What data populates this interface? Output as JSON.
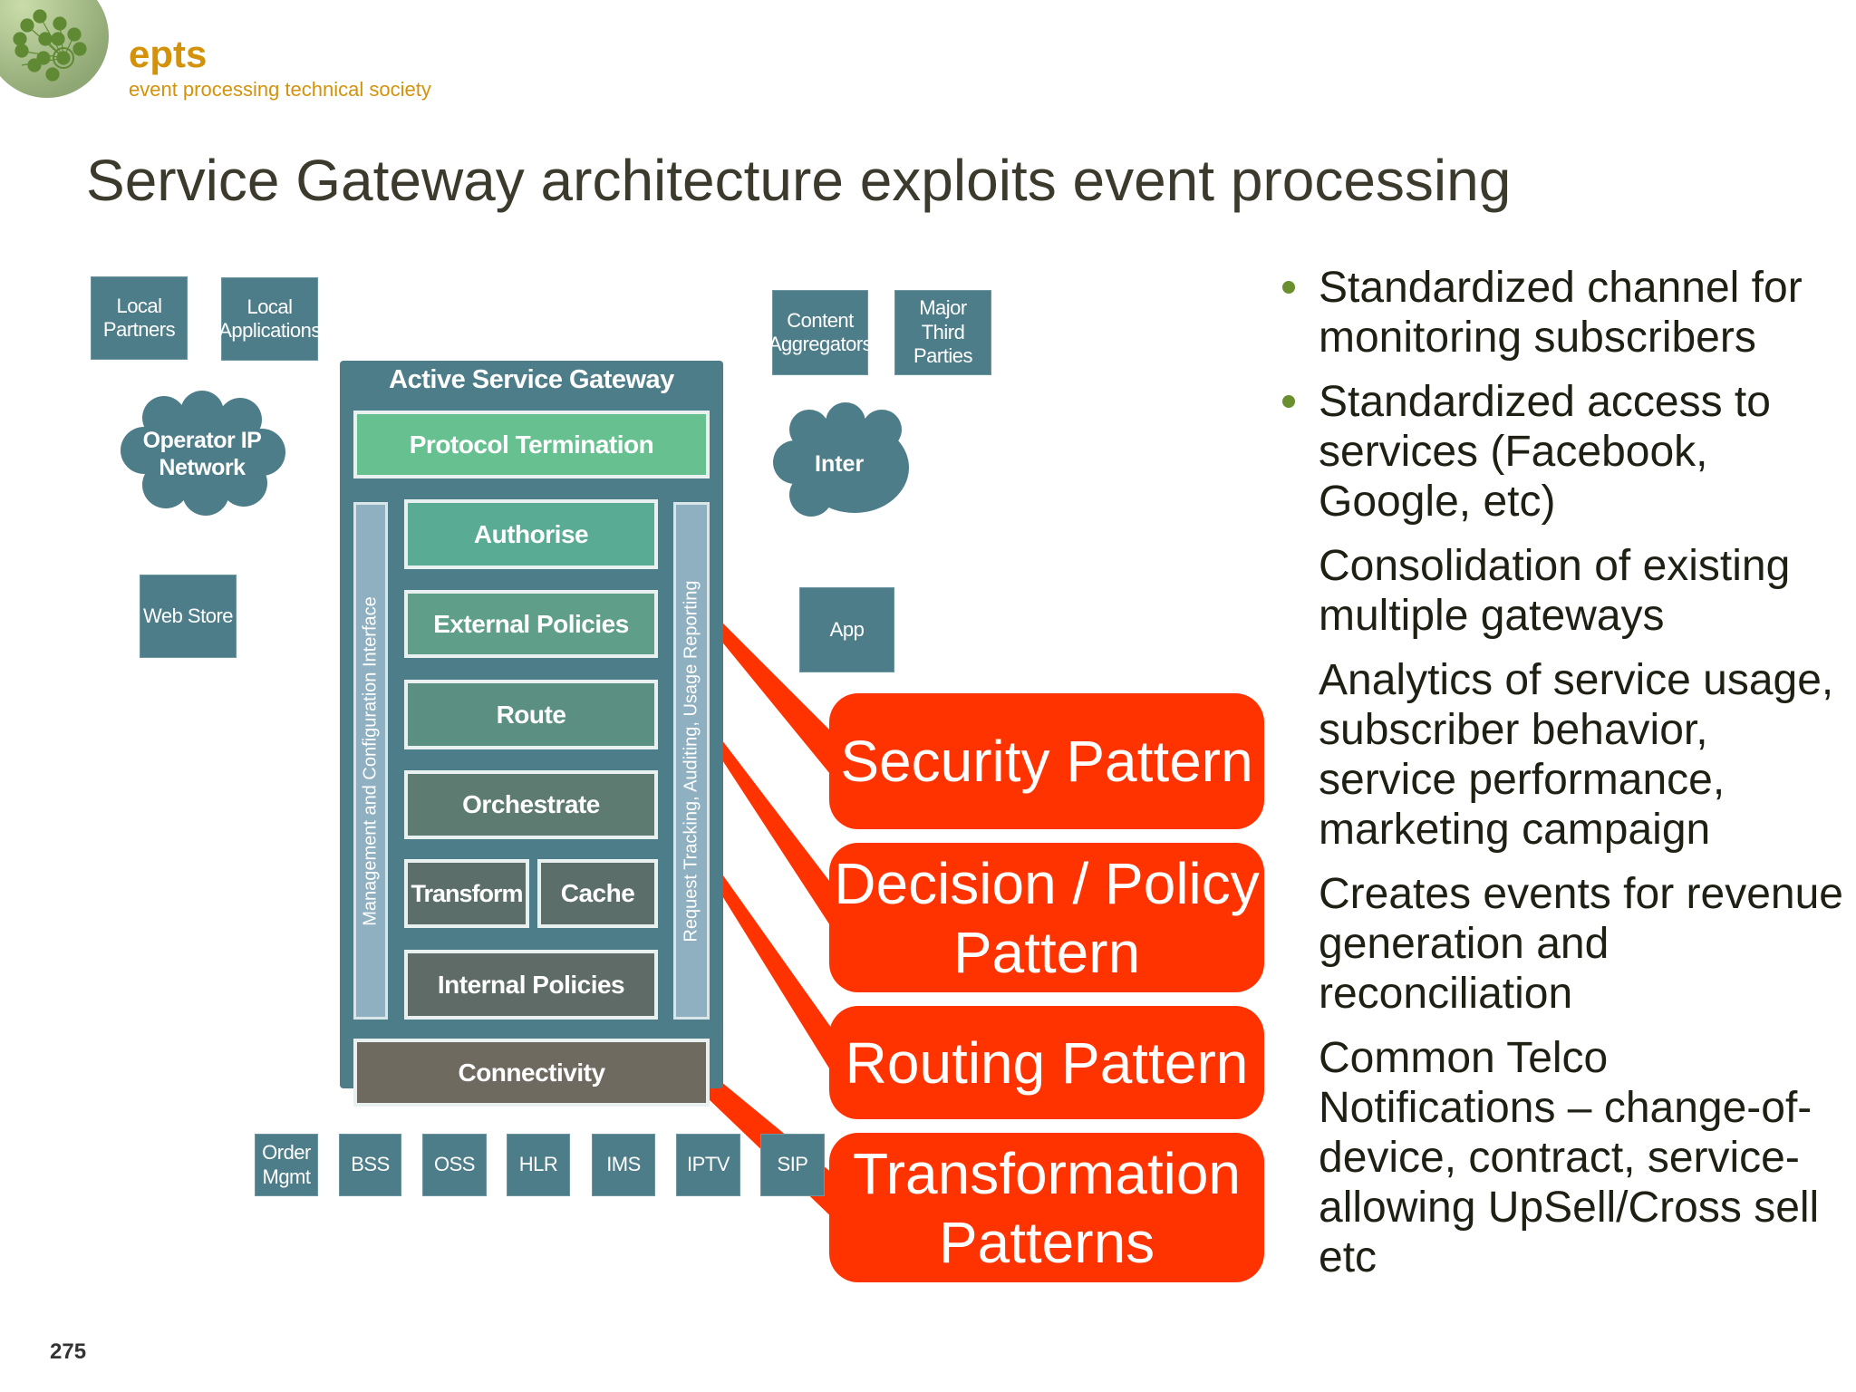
{
  "header": {
    "brand": "epts",
    "brand_subtitle": "event processing technical society"
  },
  "title": "Service Gateway architecture exploits event processing",
  "diagram": {
    "external_top_left": [
      "Local\nPartners",
      "Local\nApplications"
    ],
    "operator_cloud": "Operator IP\nNetwork",
    "web_store": "Web Store",
    "external_top_right": [
      "Content\nAggregators",
      "Major Third\nParties"
    ],
    "internet_cloud": "Inter",
    "app_box": "App",
    "gateway_title": "Active Service Gateway",
    "protocol_termination": "Protocol Termination",
    "left_bar": "Management and Configuration Interface",
    "right_bar": "Request Tracking, Auditing, Usage Reporting",
    "layers": {
      "authorise": "Authorise",
      "external_policies": "External Policies",
      "route": "Route",
      "orchestrate": "Orchestrate",
      "transform": "Transform",
      "cache": "Cache",
      "internal_policies": "Internal Policies",
      "connectivity": "Connectivity"
    },
    "backends": [
      "Order\nMgmt",
      "BSS",
      "OSS",
      "HLR",
      "IMS",
      "IPTV",
      "SIP"
    ]
  },
  "bullets": [
    "Standardized channel for\nmonitoring subscribers",
    "Standardized access to services\n(Facebook, Google, etc)",
    "Consolidation of existing multiple\ngateways",
    "Analytics of service usage,\nsubscriber behavior, service\nperformance, marketing campaign",
    "Creates events for revenue\ngeneration and reconciliation",
    "Common Telco\nNotifications – change-of-device,\ncontract, service-  allowing\nUpSell/Cross sell etc"
  ],
  "callouts": {
    "security": "Security Pattern",
    "decision": "Decision / Policy\nPattern",
    "routing": "Routing Pattern",
    "transformation": "Transformation\nPatterns"
  },
  "page_number": "275",
  "colors": {
    "brand": "#d4920a",
    "box": "#4e7d8a",
    "callout": "#ff3300",
    "bullet": "#6a8f2f"
  }
}
